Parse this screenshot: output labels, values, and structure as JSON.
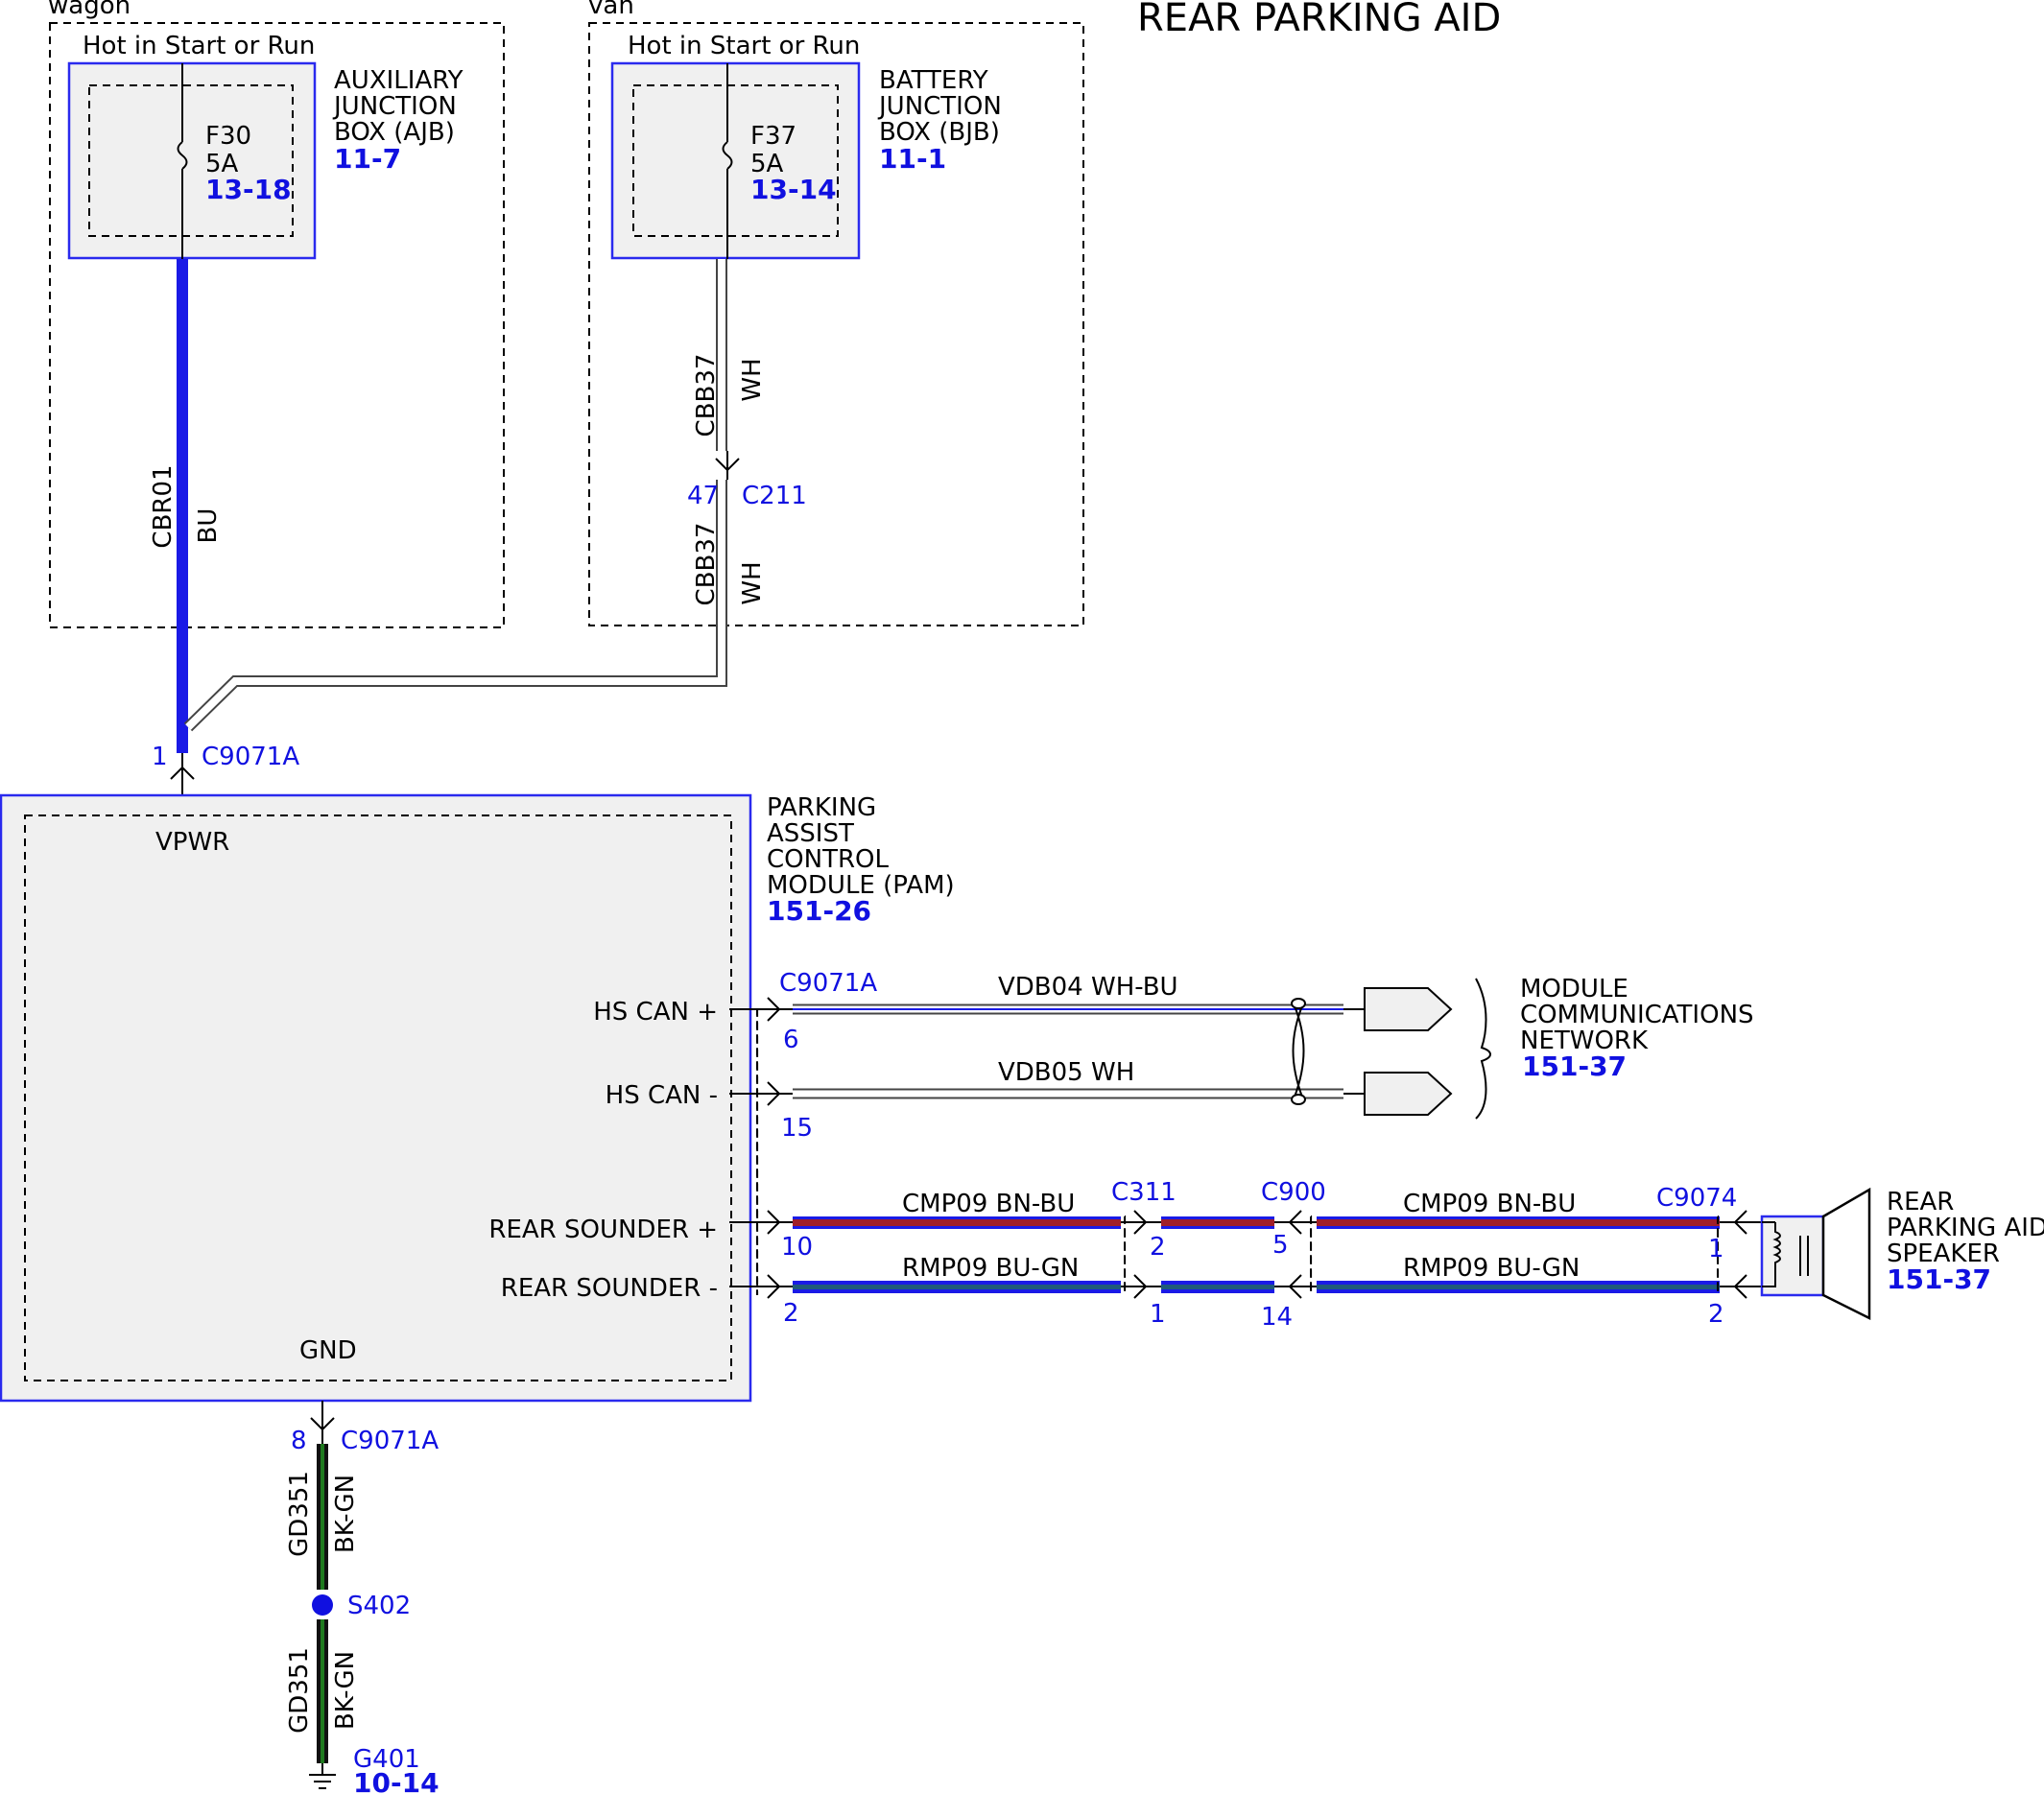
{
  "title": "REAR PARKING AID",
  "variants": {
    "left": "wagon",
    "right": "van"
  },
  "ajb": {
    "power": "Hot in Start or Run",
    "fuse": "F30",
    "rating": "5A",
    "fuse_ref": "13-18",
    "name_lines": [
      "AUXILIARY",
      "JUNCTION",
      "BOX (AJB)"
    ],
    "ref": "11-7"
  },
  "bjb": {
    "power": "Hot in Start or Run",
    "fuse": "F37",
    "rating": "5A",
    "fuse_ref": "13-14",
    "name_lines": [
      "BATTERY",
      "JUNCTION",
      "BOX (BJB)"
    ],
    "ref": "11-1"
  },
  "wires": {
    "cbr01": {
      "circuit": "CBR01",
      "color": "BU"
    },
    "cbb37_upper": {
      "circuit": "CBB37",
      "color": "WH"
    },
    "cbb37_lower": {
      "circuit": "CBB37",
      "color": "WH"
    },
    "vdb04": {
      "label": "VDB04   WH-BU"
    },
    "vdb05": {
      "label": "VDB05   WH"
    },
    "cmp09_a": {
      "label": "CMP09    BN-BU"
    },
    "cmp09_b": {
      "label": "CMP09    BN-BU"
    },
    "rmp09_a": {
      "label": "RMP09    BU-GN"
    },
    "rmp09_b": {
      "label": "RMP09    BU-GN"
    },
    "gd351_upper": {
      "circuit": "GD351",
      "color": "BK-GN"
    },
    "gd351_lower": {
      "circuit": "GD351",
      "color": "BK-GN"
    }
  },
  "connectors": {
    "c211": {
      "name": "C211",
      "pin": "47"
    },
    "c9071a_top": {
      "name": "C9071A",
      "pin": "1"
    },
    "c9071a_right": {
      "name": "C9071A",
      "pins": [
        "6",
        "15",
        "10",
        "2"
      ]
    },
    "c9071a_bottom": {
      "name": "C9071A",
      "pin": "8"
    },
    "c311": {
      "name": "C311",
      "pins": [
        "2",
        "1"
      ]
    },
    "c900": {
      "name": "C900",
      "pins": [
        "5",
        "14"
      ]
    },
    "c9074": {
      "name": "C9074",
      "pins": [
        "1",
        "2"
      ]
    }
  },
  "pam": {
    "name_lines": [
      "PARKING",
      "ASSIST",
      "CONTROL",
      "MODULE (PAM)"
    ],
    "ref": "151-26",
    "vpwr": "VPWR",
    "gnd": "GND",
    "hs_can_plus": "HS CAN +",
    "hs_can_minus": "HS CAN -",
    "rear_sounder_plus": "REAR SOUNDER +",
    "rear_sounder_minus": "REAR SOUNDER -"
  },
  "network": {
    "name_lines": [
      "MODULE",
      "COMMUNICATIONS",
      "NETWORK"
    ],
    "ref": "151-37"
  },
  "speaker": {
    "name_lines": [
      "REAR",
      "PARKING AID",
      "SPEAKER"
    ],
    "ref": "151-37"
  },
  "splice": {
    "name": "S402"
  },
  "ground": {
    "name": "G401",
    "ref": "10-14"
  },
  "colors": {
    "frame_blue": "#2a2aee",
    "label_blue": "#1010e0",
    "wire_bu": "#1a1ae6",
    "wire_bn": "#8b2323",
    "wire_gn": "#1f7a1f",
    "wire_bk": "#111111",
    "module_fill": "#f0f0f0"
  }
}
